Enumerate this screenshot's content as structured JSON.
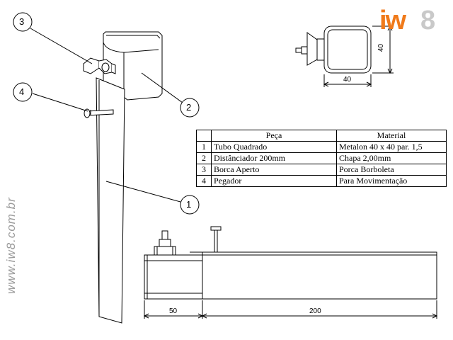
{
  "brand": {
    "logo_letters": "iw",
    "logo_digit": "8",
    "website": "www.iw8.com.br"
  },
  "callouts": [
    "1",
    "2",
    "3",
    "4"
  ],
  "top_view": {
    "width_dim": "40",
    "height_dim": "40"
  },
  "side_view": {
    "dim_left": "50",
    "dim_right": "200"
  },
  "parts_table": {
    "headers": {
      "num": "",
      "peca": "Peça",
      "material": "Material"
    },
    "rows": [
      {
        "num": "1",
        "peca": "Tubo Quadrado",
        "material": "Metalon 40 x 40 par. 1,5"
      },
      {
        "num": "2",
        "peca": "Distânciador 200mm",
        "material": "Chapa 2,00mm"
      },
      {
        "num": "3",
        "peca": "Borca Aperto",
        "material": "Porca Borboleta"
      },
      {
        "num": "4",
        "peca": "Pegador",
        "material": "Para Movimentação"
      }
    ]
  }
}
